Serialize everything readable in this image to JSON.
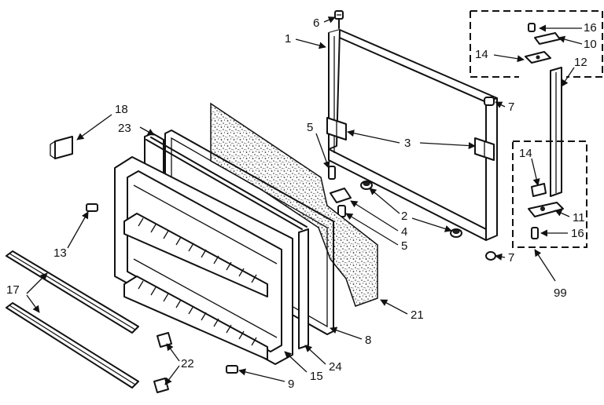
{
  "callouts": {
    "c1": "1",
    "c2": "2",
    "c3": "3",
    "c4": "4",
    "c5a": "5",
    "c5b": "5",
    "c6": "6",
    "c7a": "7",
    "c7b": "7",
    "c8": "8",
    "c9": "9",
    "c10": "10",
    "c11": "11",
    "c12": "12",
    "c13": "13",
    "c14a": "14",
    "c14b": "14",
    "c15": "15",
    "c16a": "16",
    "c16b": "16",
    "c17": "17",
    "c18": "18",
    "c21": "21",
    "c22": "22",
    "c23": "23",
    "c24": "24",
    "c99": "99"
  }
}
